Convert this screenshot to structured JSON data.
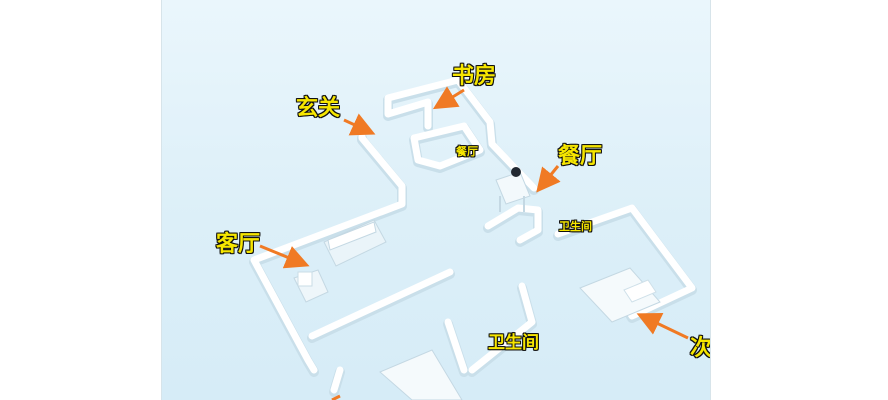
{
  "labels": {
    "xuanguan": "玄关",
    "shufang": "书房",
    "canting_small": "餐厅",
    "canting": "餐厅",
    "weishengjian_small": "卫生间",
    "keting": "客厅",
    "weishengjian": "卫生间",
    "ciwo": "次卧"
  },
  "colors": {
    "background": "#dcEff8",
    "label_text": "#f6e600",
    "label_outline": "#111111",
    "arrow": "#f07a24",
    "wall_top": "#ffffff",
    "wall_side": "#d4e6ef"
  }
}
